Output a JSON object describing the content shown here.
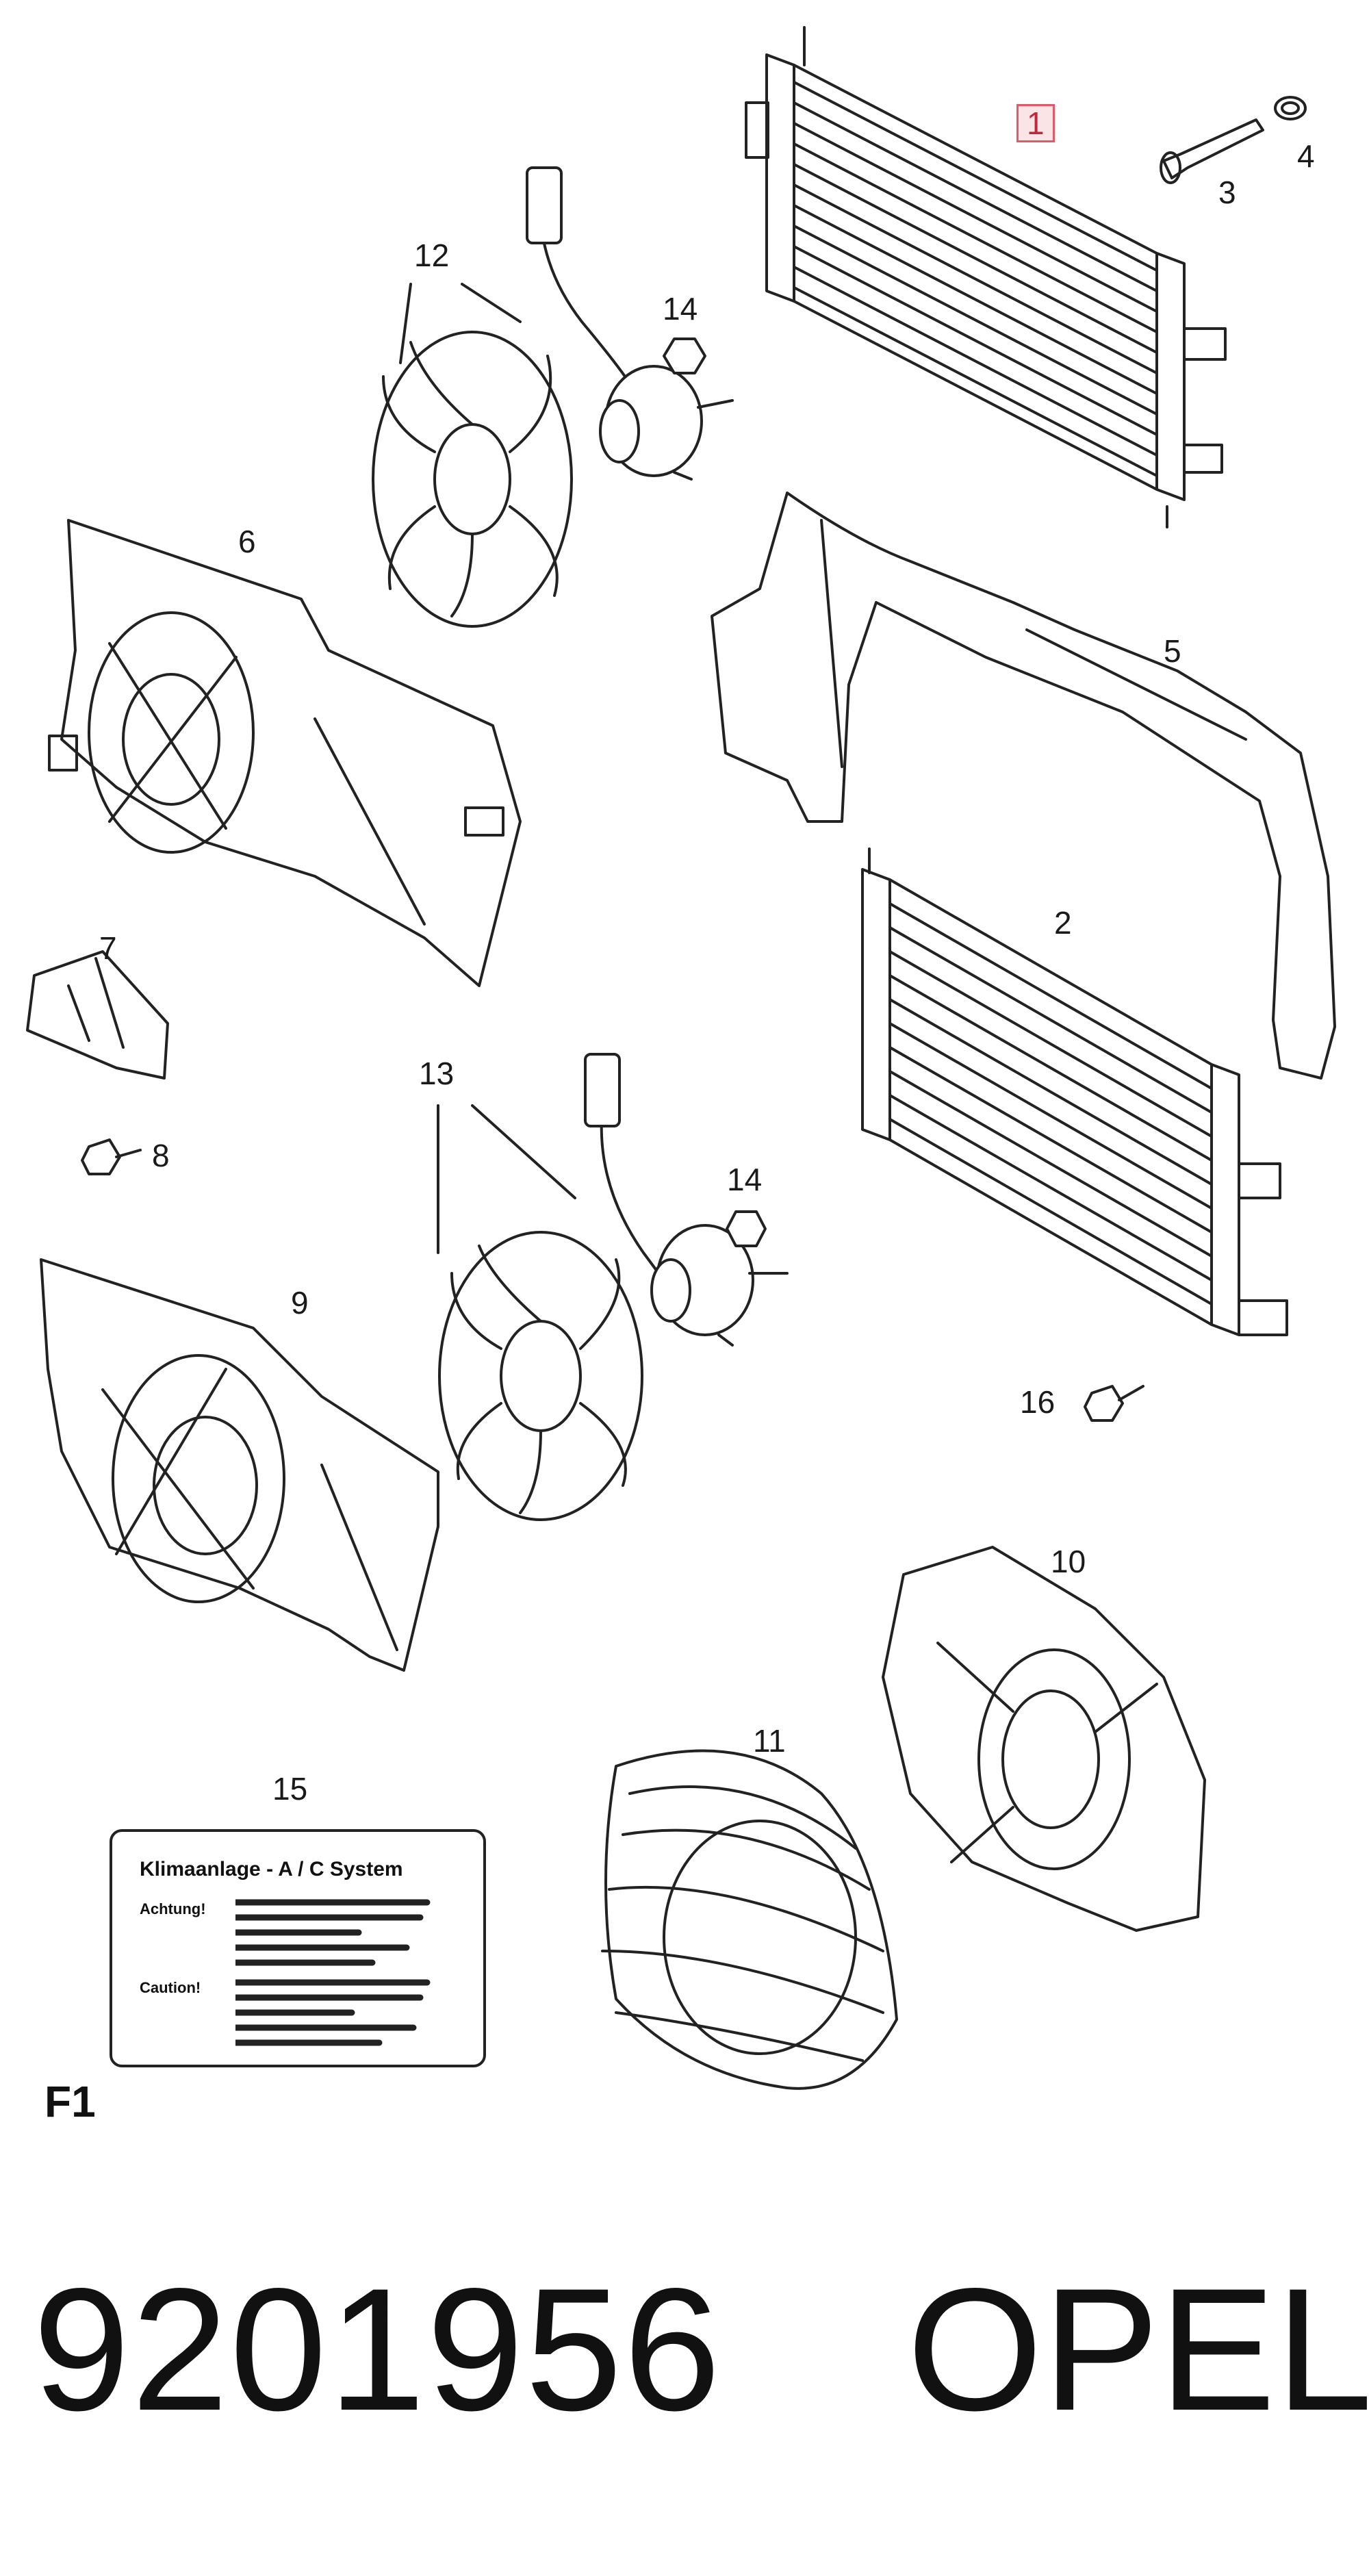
{
  "callouts": {
    "c1": "1",
    "c2": "2",
    "c3": "3",
    "c4": "4",
    "c5": "5",
    "c6": "6",
    "c7": "7",
    "c8": "8",
    "c9": "9",
    "c10": "10",
    "c11": "11",
    "c12": "12",
    "c13": "13",
    "c14a": "14",
    "c14b": "14",
    "c15": "15",
    "c16": "16"
  },
  "sheet_label": "F1",
  "footer": {
    "part_number": "9201956",
    "brand": "OPEL"
  },
  "ac_label": {
    "title": "Klimaanlage - A / C System",
    "achtung": "Achtung!",
    "caution": "Caution!"
  },
  "colors": {
    "line": "#222222",
    "highlight_border": "#e05a6a",
    "highlight_fill": "#fbe4e6"
  }
}
